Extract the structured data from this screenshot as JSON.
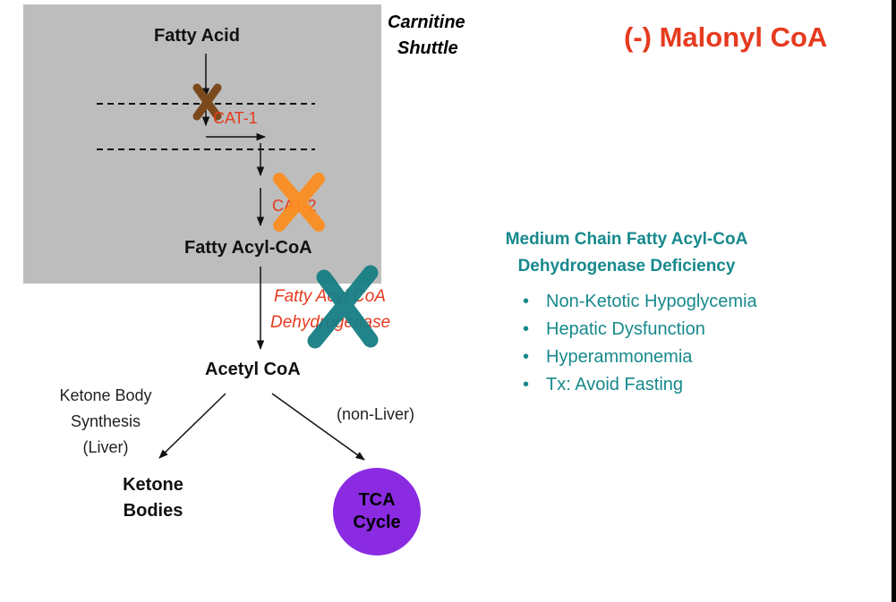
{
  "labels": {
    "fatty_acid": "Fatty Acid",
    "cat1": "CAT-1",
    "cat2": "CAT-2",
    "fatty_acyl_coa": "Fatty Acyl-CoA",
    "enzyme_line1": "Fatty Acyl CoA",
    "enzyme_line2": "Dehydrogenase",
    "acetyl_coa": "Acetyl CoA",
    "ketone_synthesis": [
      "Ketone Body",
      "Synthesis",
      "(Liver)"
    ],
    "non_liver": "(non-Liver)",
    "ketone_bodies": [
      "Ketone",
      "Bodies"
    ],
    "tca_cycle": [
      "TCA",
      "Cycle"
    ]
  },
  "carnitine_shuttle": [
    "Carnitine",
    "Shuttle"
  ],
  "inhibitor": "(-) Malonyl CoA",
  "deficiency": {
    "title": [
      "Medium Chain Fatty Acyl-CoA",
      "Dehydrogenase Deficiency"
    ],
    "symptoms": [
      "Non-Ketotic Hypoglycemia",
      "Hepatic Dysfunction",
      "Hyperammonemia",
      "Tx: Avoid Fasting"
    ]
  },
  "colors": {
    "shuttle_box": "#bdbdbd",
    "red_text": "#e63a1e",
    "teal": "#17898c",
    "x_cat1": "#7a4a1c",
    "x_cat2": "#ff8c1a",
    "x_enzyme": "#167e84",
    "tca_fill": "#8a2be2"
  },
  "icons": [
    "cross-mark-icon",
    "arrow-icon"
  ]
}
